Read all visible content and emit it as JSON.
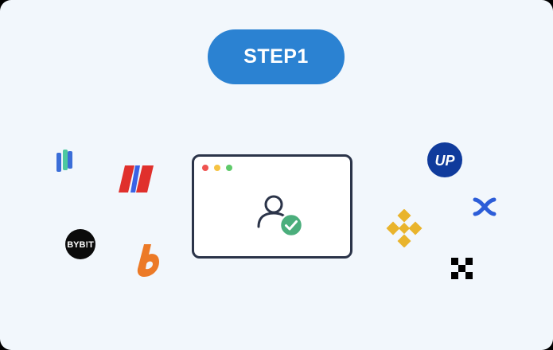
{
  "step": {
    "label": "STEP1"
  },
  "browser": {
    "dots": [
      "red-dot",
      "yellow-dot",
      "green-dot"
    ],
    "icons": [
      "user-icon",
      "check-icon"
    ]
  },
  "logos": {
    "left": [
      "huobi-logo-icon",
      "bitmex-logo-icon",
      "bybit-logo-icon",
      "bithumb-logo-icon"
    ],
    "right": [
      "upbit-logo-icon",
      "binance-logo-icon",
      "xcross-logo-icon",
      "okx-logo-icon"
    ],
    "bybit_text": "BYB!T",
    "upbit_text": "UP"
  },
  "colors": {
    "card_bg": "#f2f7fc",
    "step_pill": "#2b82d2",
    "browser_border": "#2b3449",
    "check_green": "#4bae7c",
    "binance_yellow": "#e9b42c",
    "upbit_blue": "#103b9c",
    "bithumb_orange": "#ec7a27",
    "bitmex_red": "#e0302c",
    "bitmex_blue": "#3a62e6",
    "xcross_blue": "#2c5dd8"
  }
}
